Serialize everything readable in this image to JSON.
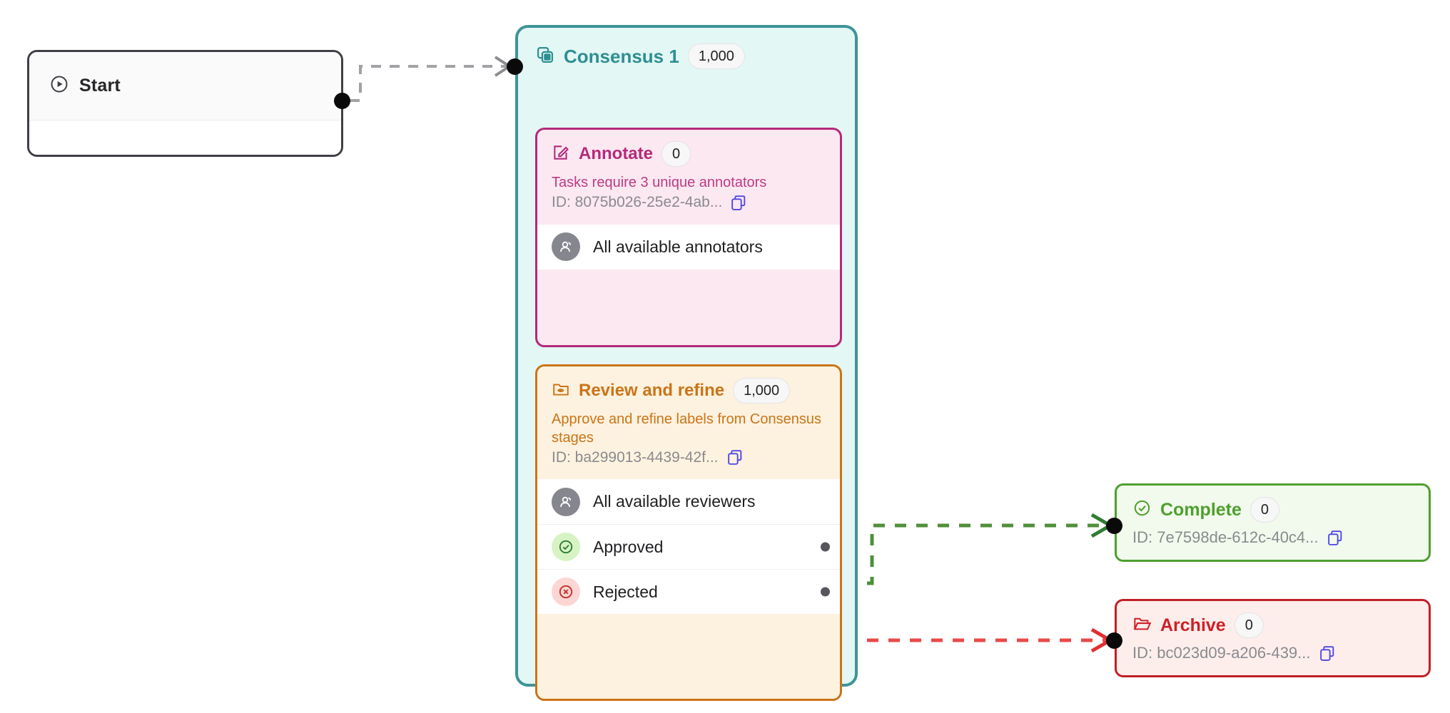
{
  "diagram": {
    "type": "workflow-graph",
    "nodes": [
      {
        "id": "start",
        "name": "Start",
        "icon": "play-circle-icon",
        "accent": "#3f3f46"
      },
      {
        "id": "consensus-1",
        "name": "Consensus 1",
        "icon": "layers-copy-icon",
        "count": "1,000",
        "accent": "#2e8f92",
        "fill": "#e3f7f4"
      },
      {
        "id": "annotate",
        "name": "Annotate",
        "icon": "edit-square-icon",
        "count": "0",
        "description": "Tasks require 3 unique annotators",
        "id_label": "ID: 8075b026-25e2-4ab...",
        "copy_icon": "copy-icon",
        "accent": "#b5297b",
        "fill": "#fbe8f1",
        "assignee": {
          "label": "All available annotators",
          "icon": "users-group-icon"
        }
      },
      {
        "id": "review-and-refine",
        "name": "Review and refine",
        "icon": "folder-eye-icon",
        "count": "1,000",
        "description": "Approve and refine labels from Consensus stages",
        "id_label": "ID: ba299013-4439-42f...",
        "copy_icon": "copy-icon",
        "accent": "#cb7418",
        "fill": "#fdf2df",
        "assignee": {
          "label": "All available reviewers",
          "icon": "users-group-icon"
        },
        "outputs": [
          {
            "label": "Approved",
            "icon": "check-circle-icon",
            "color": "#2f7d32",
            "bg": "#d7f3c4"
          },
          {
            "label": "Rejected",
            "icon": "x-circle-icon",
            "color": "#c4332f",
            "bg": "#fbd6d2"
          }
        ]
      },
      {
        "id": "complete",
        "name": "Complete",
        "icon": "check-circle-icon",
        "count": "0",
        "id_label": "ID: 7e7598de-612c-40c4...",
        "copy_icon": "copy-icon",
        "accent": "#4f9f2e",
        "fill": "#f1faec"
      },
      {
        "id": "archive",
        "name": "Archive",
        "icon": "open-folder-icon",
        "count": "0",
        "id_label": "ID: bc023d09-a206-439...",
        "copy_icon": "copy-icon",
        "accent": "#cf1f26",
        "fill": "#fdeeec"
      }
    ],
    "edges": [
      {
        "from": "start",
        "to": "consensus-1",
        "style": "dashed",
        "color": "#a1a1a6"
      },
      {
        "from": "review-and-refine.approved",
        "to": "complete",
        "style": "dashed",
        "color": "#4f8f3a"
      },
      {
        "from": "review-and-refine.rejected",
        "to": "archive",
        "style": "dashed",
        "color": "#e8494a"
      }
    ]
  }
}
